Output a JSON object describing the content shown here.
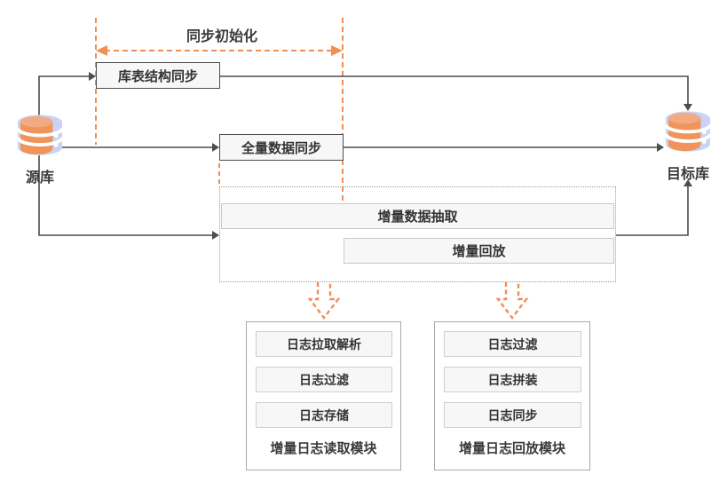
{
  "phase": {
    "label": "同步初始化"
  },
  "nodes": {
    "schema_sync": "库表结构同步",
    "full_sync": "全量数据同步",
    "incr_extract": "增量数据抽取",
    "incr_replay": "增量回放"
  },
  "source_db": {
    "label": "源库"
  },
  "target_db": {
    "label": "目标库"
  },
  "modules": [
    {
      "title": "增量日志读取模块",
      "items": [
        "日志拉取解析",
        "日志过滤",
        "日志存储"
      ]
    },
    {
      "title": "增量日志回放模块",
      "items": [
        "日志过滤",
        "日志拼装",
        "日志同步"
      ]
    }
  ],
  "colors": {
    "accent_orange": "#f08e53",
    "line_gray": "#4d4d4d",
    "node_border_dark": "#4d4d4d",
    "node_border_light": "#c9c9c9",
    "dotted_container_border": "#999999",
    "db_icon_blue": "#c9d3f8",
    "db_icon_orange": "#f0945c",
    "node_fill": "#f7f7f7"
  }
}
